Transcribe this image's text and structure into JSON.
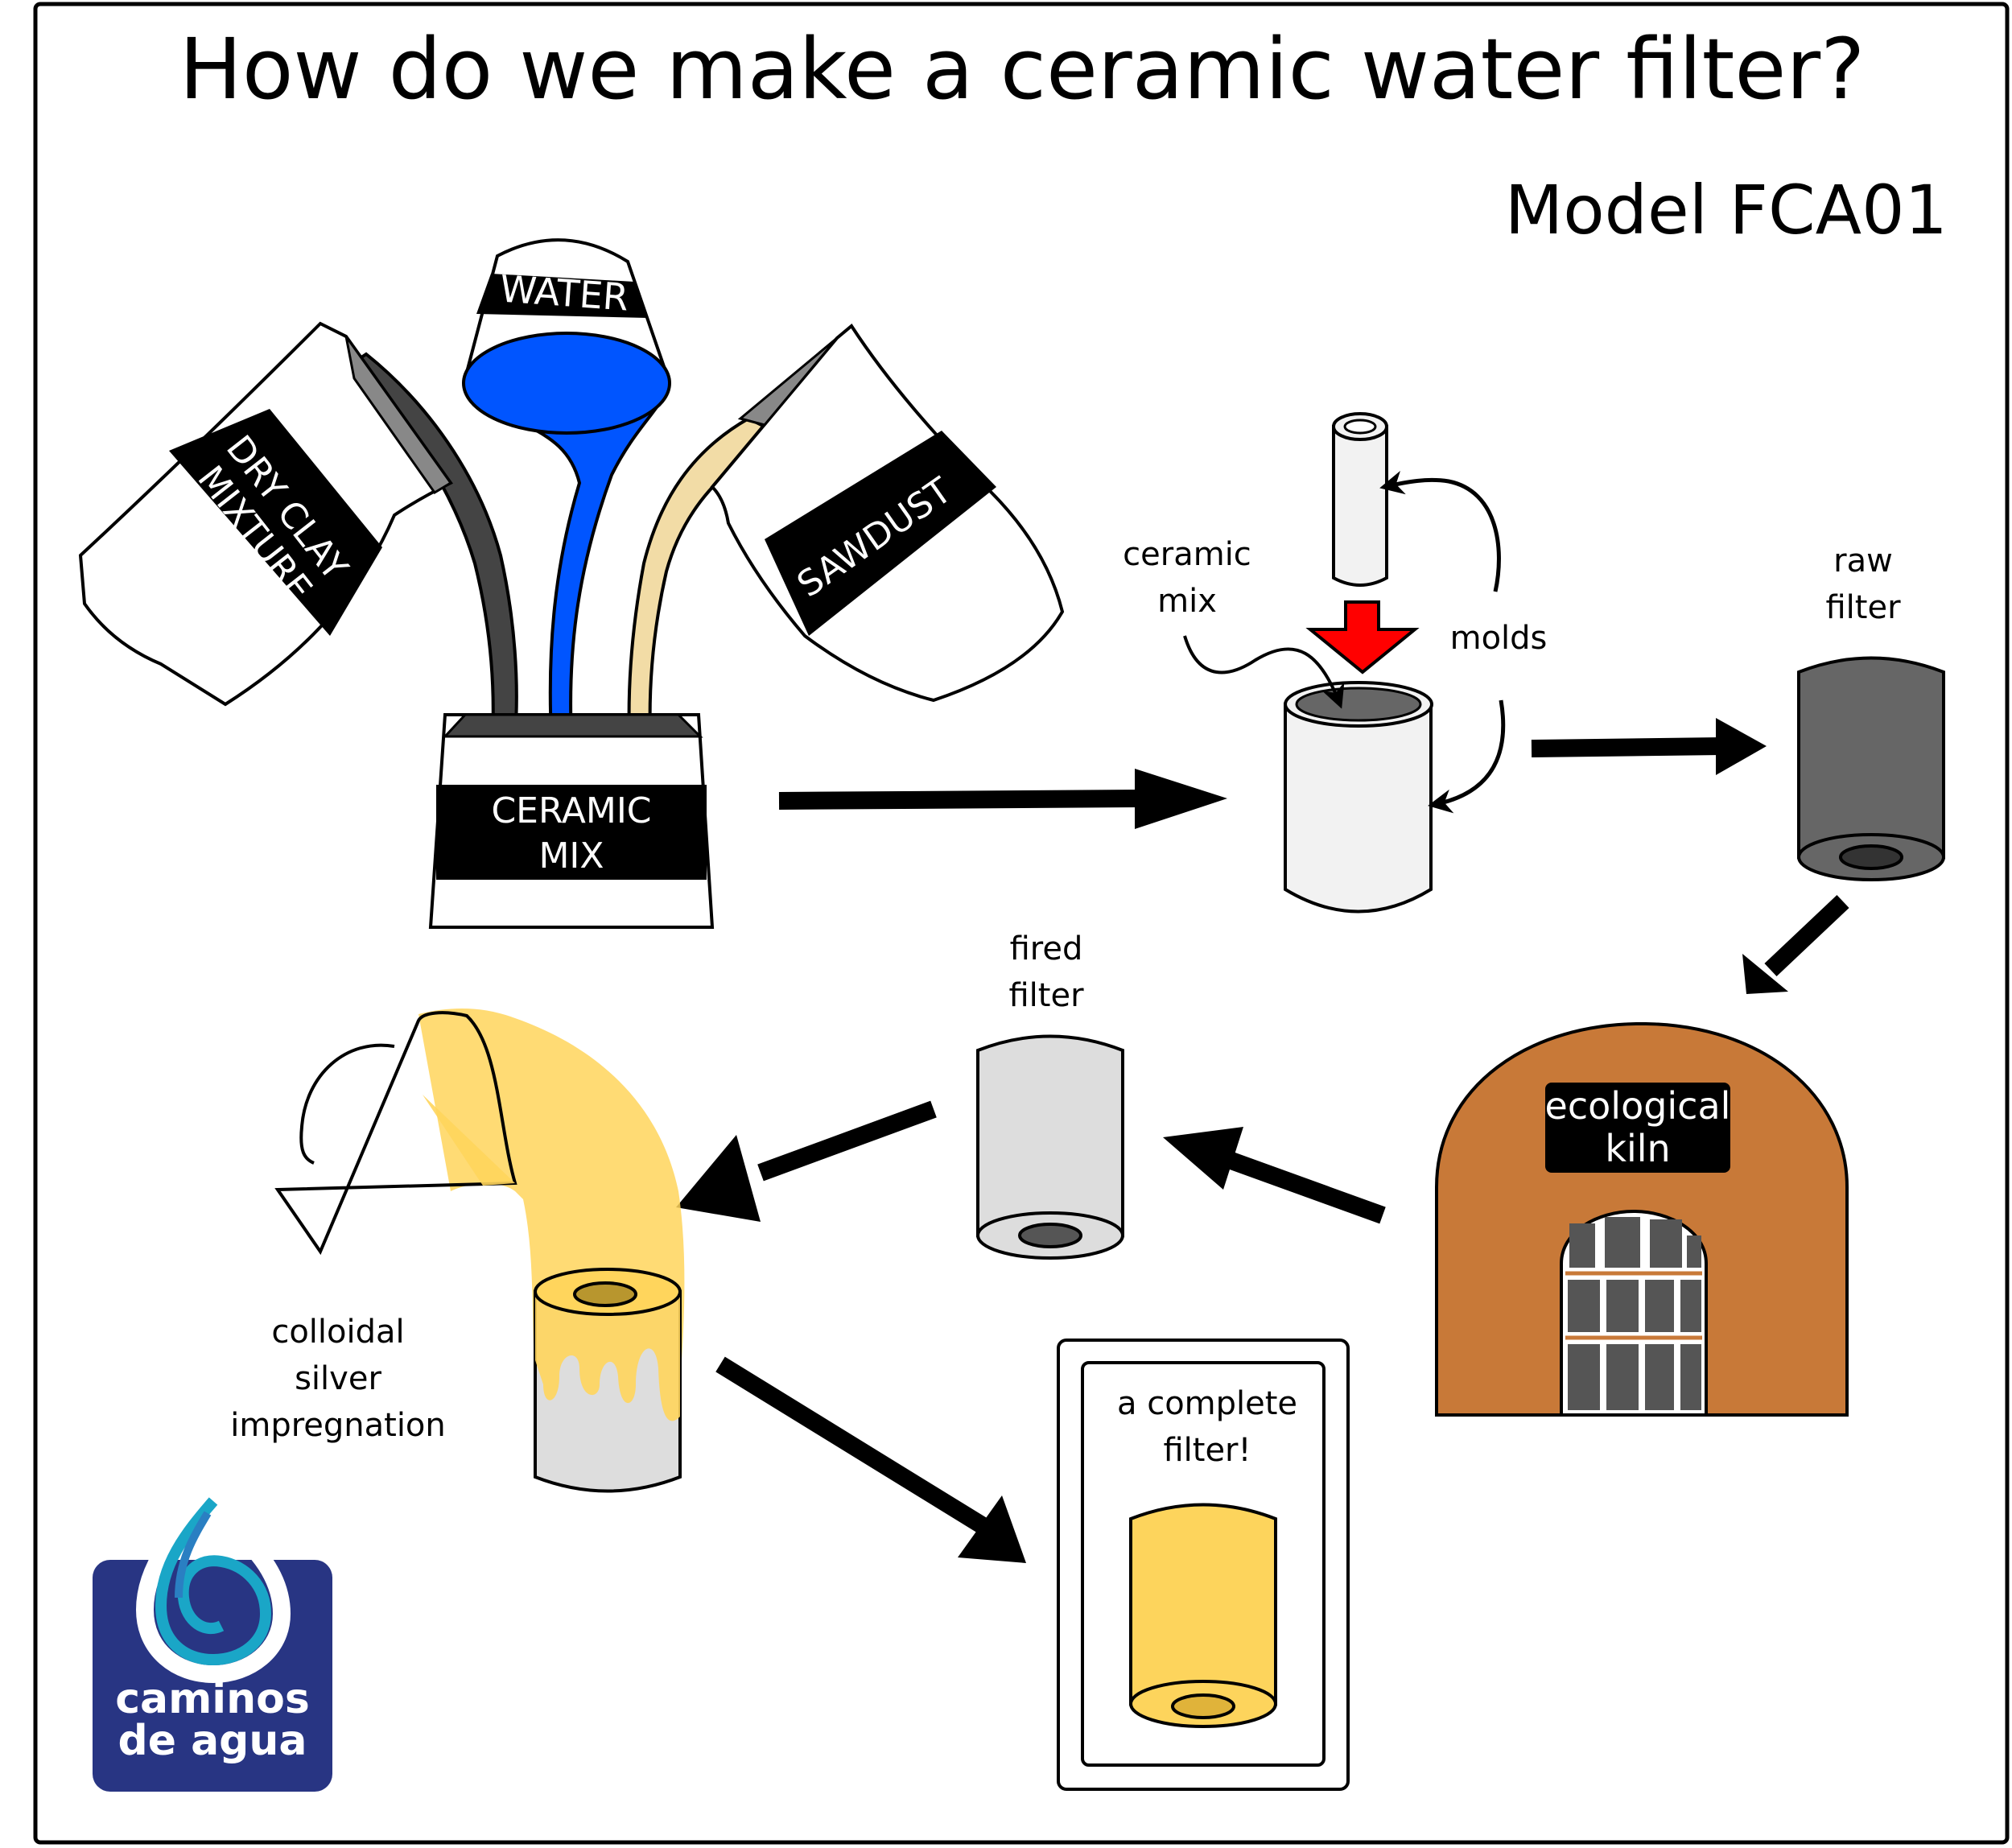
{
  "title": "How do we make a ceramic water filter?",
  "model": "Model FCA01",
  "labels": {
    "water": "WATER",
    "dry_clay_line1": "DRY CLAY",
    "dry_clay_line2": "MIXTURE",
    "sawdust": "SAWDUST",
    "ceramic_mix_line1": "CERAMIC",
    "ceramic_mix_line2": "MIX",
    "ceramic_mix_note_line1": "ceramic",
    "ceramic_mix_note_line2": "mix",
    "molds": "molds",
    "raw_filter_line1": "raw",
    "raw_filter_line2": "filter",
    "kiln_line1": "ecological",
    "kiln_line2": "kiln",
    "fired_filter_line1": "fired",
    "fired_filter_line2": "filter",
    "colloidal_line1": "colloidal",
    "colloidal_line2": "silver",
    "colloidal_line3": "impregnation",
    "complete_line1": "a complete",
    "complete_line2": "filter!"
  },
  "logo": {
    "line1": "caminos",
    "line2": "de agua",
    "icon": "water-drop-icon",
    "color": "#283583"
  },
  "colors": {
    "water": "#0055ff",
    "clay": "#444444",
    "sawdust": "#f2dca6",
    "arrow_red": "#ff0000",
    "raw_filter": "#666666",
    "kiln": "#c87938",
    "fired_filter": "#dddddd",
    "silver_solution": "#ffd55c",
    "complete_filter": "#fdd45c"
  }
}
